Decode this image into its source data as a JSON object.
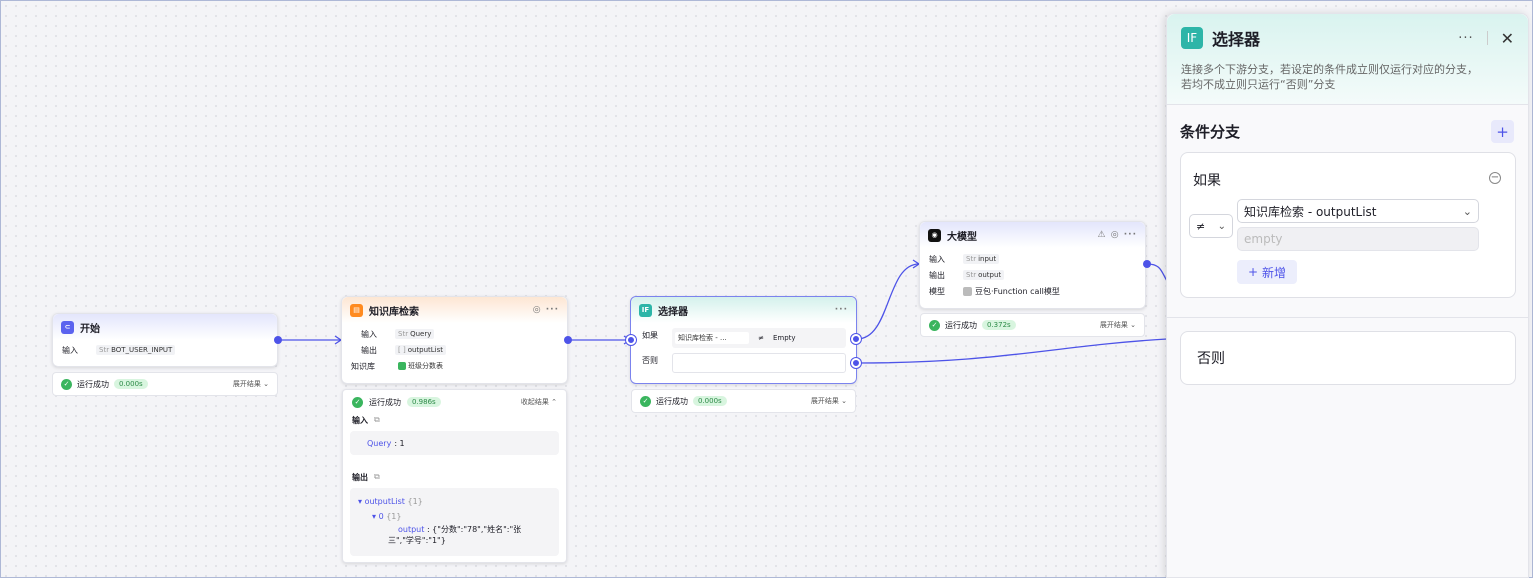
{
  "start": {
    "title": "开始",
    "input_label": "输入",
    "input_type": "Str",
    "input_value": "BOT_USER_INPUT",
    "status": "运行成功",
    "time": "0.000s",
    "expand": "展开结果"
  },
  "kb": {
    "title": "知识库检索",
    "input_label": "输入",
    "input_type": "Str",
    "input_value": "Query",
    "output_label": "输出",
    "output_type": "[ ]",
    "output_value": "outputList",
    "kb_label": "知识库",
    "kb_value": "班级分数表",
    "status": "运行成功",
    "time": "0.986s",
    "collapse": "收起结果",
    "res_input_label": "输入",
    "query_key": "Query",
    "query_val": ": 1",
    "res_output_label": "输出",
    "tree_root": "outputList",
    "tree_root_count": "{1}",
    "tree_child": "0",
    "tree_child_count": "{1}",
    "tree_leaf_key": "output",
    "tree_leaf_val1": ": {\"分数\":\"78\",\"姓名\":\"张",
    "tree_leaf_val2": "三\",\"学号\":\"1\"}"
  },
  "selector": {
    "title": "选择器",
    "if_label": "如果",
    "cond_left": "知识库检索 - ...",
    "cond_op": "≠",
    "cond_right": "Empty",
    "else_label": "否则",
    "status": "运行成功",
    "time": "0.000s",
    "expand": "展开结果"
  },
  "llm": {
    "title": "大模型",
    "input_label": "输入",
    "input_type": "Str",
    "input_value": "input",
    "output_label": "输出",
    "output_type": "Str",
    "output_value": "output",
    "model_label": "模型",
    "model_value": "豆包·Function call模型",
    "status": "运行成功",
    "time": "0.372s",
    "expand": "展开结果"
  },
  "panel": {
    "icon": "IF",
    "title": "选择器",
    "desc1": "连接多个下游分支，若设定的条件成立则仅运行对应的分支，",
    "desc2": "若均不成立则只运行“否则”分支",
    "section": "条件分支",
    "if_title": "如果",
    "operator": "≠",
    "var_select": "知识库检索 - outputList",
    "value_placeholder": "empty",
    "add_label": "新增",
    "else_title": "否则"
  },
  "colors": {
    "accent": "#4d53e8",
    "success": "#3ab55e",
    "kb_orange": "#ff8a1f",
    "selector_teal": "#2db5a8"
  }
}
